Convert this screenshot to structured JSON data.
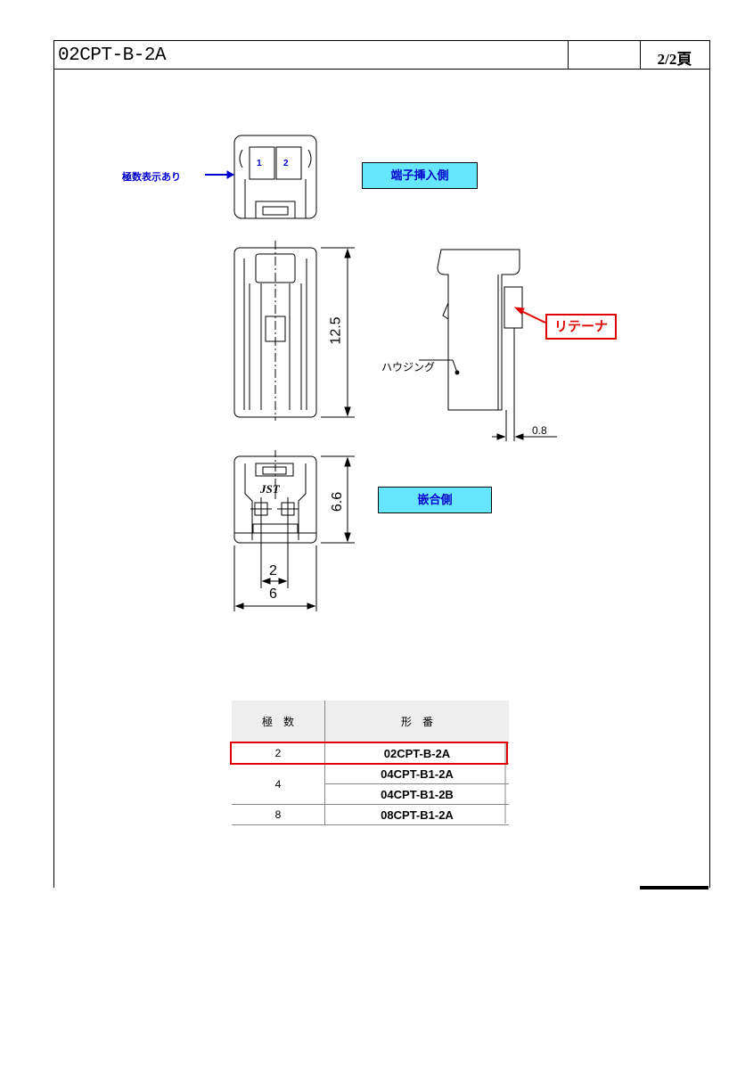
{
  "header": {
    "part_number": "02CPT-B-2A",
    "page": "2/2頁"
  },
  "drawing": {
    "polarity_note": "極数表示あり",
    "terminal_side_label": "端子挿入側",
    "mating_side_label": "嵌合側",
    "retainer_label": "リテーナ",
    "housing_label": "ハウジング",
    "brand_mark": "JST",
    "position_numbers": [
      "1",
      "2"
    ],
    "dims": {
      "height": "12.5",
      "depth": "6.6",
      "pitch": "2",
      "width": "6",
      "retainer_offset": "0.8"
    }
  },
  "table": {
    "headers": [
      "極　数",
      "形　番"
    ],
    "rows": [
      {
        "poles": "2",
        "model": "02CPT-B-2A"
      },
      {
        "poles": "4",
        "model": "04CPT-B1-2A"
      },
      {
        "poles": "",
        "model": "04CPT-B1-2B"
      },
      {
        "poles": "8",
        "model": "08CPT-B1-2A"
      }
    ]
  }
}
